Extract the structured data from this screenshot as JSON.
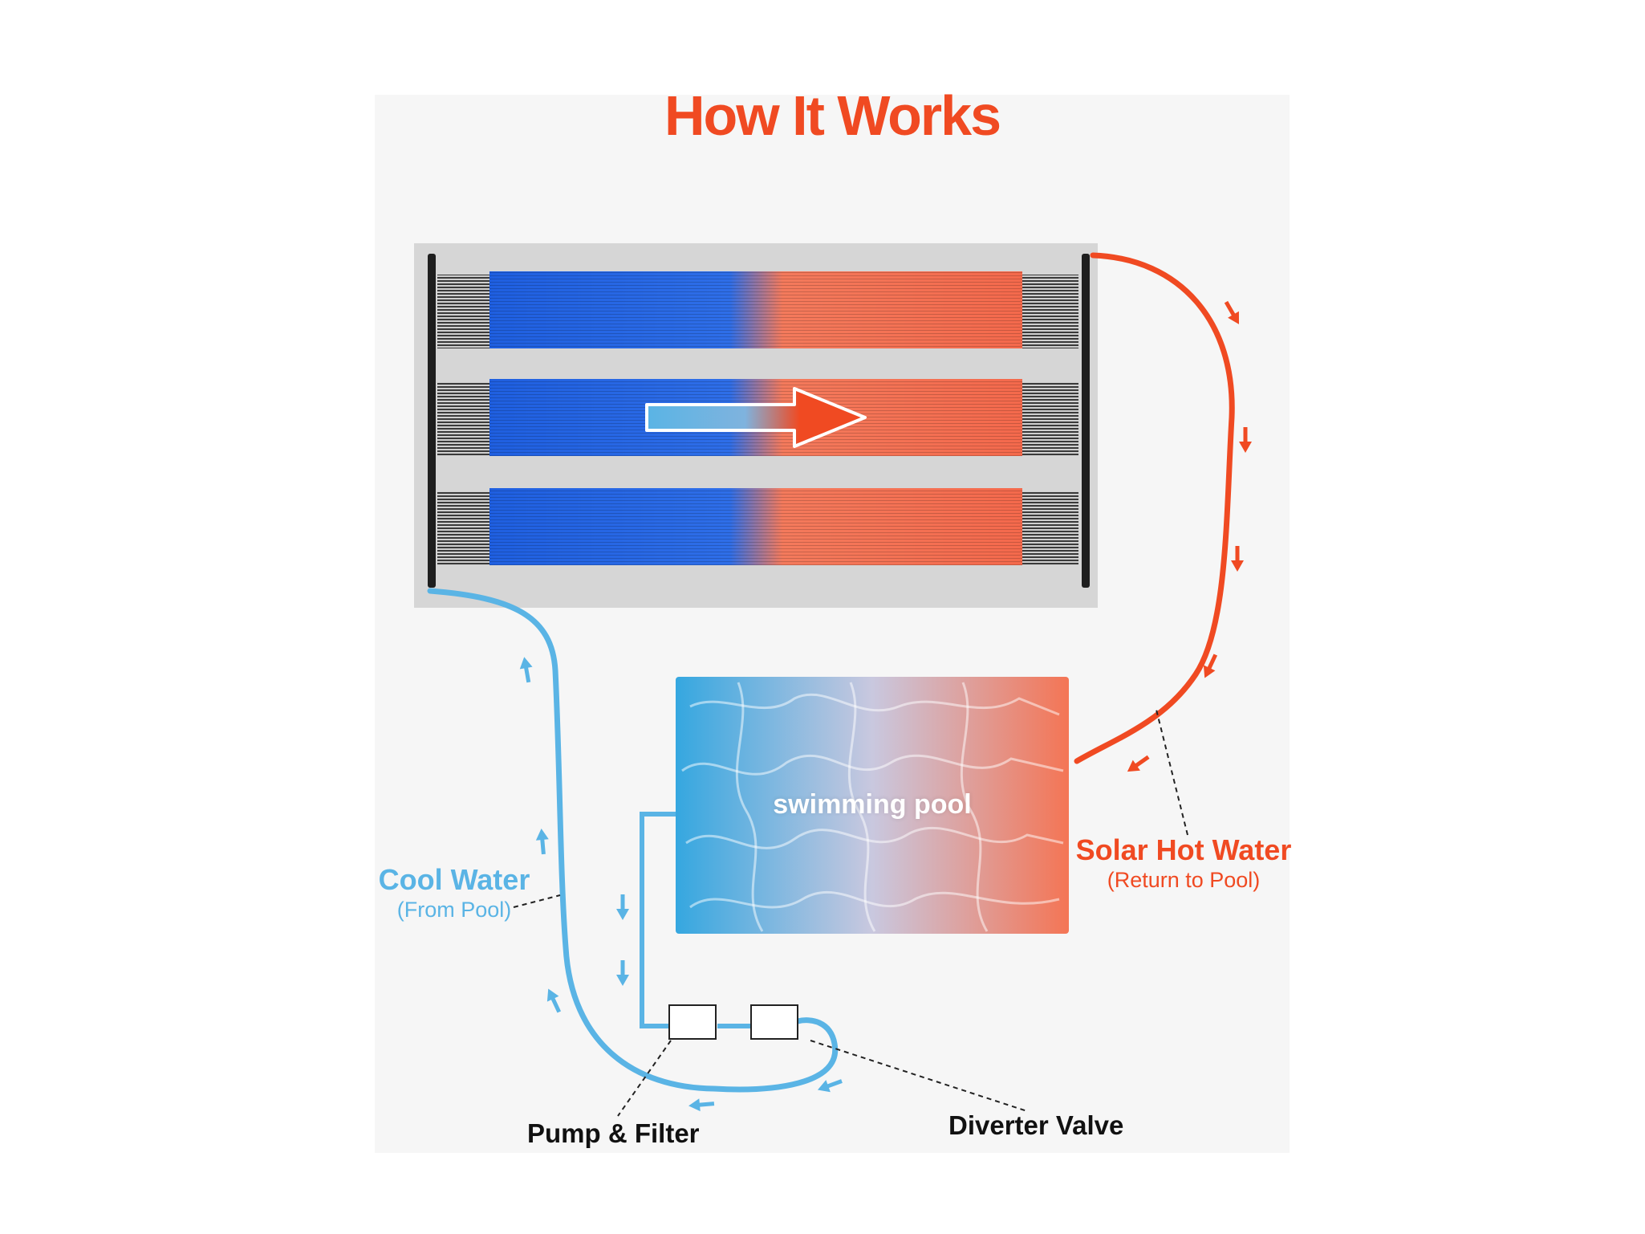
{
  "title": "How It Works",
  "labels": {
    "cool_water": "Cool Water",
    "cool_water_sub": "(From Pool)",
    "solar_hot_water": "Solar Hot Water",
    "solar_hot_water_sub": "(Return to Pool)",
    "pump_filter": "Pump & Filter",
    "diverter_valve": "Diverter Valve",
    "swimming_pool": "swimming pool"
  },
  "colors": {
    "title": "#f04a22",
    "hot": "#f04a22",
    "cool": "#5ab4e5",
    "tube_blue": "#1f5fe0",
    "tube_red": "#f4694c",
    "background": "#f6f6f6"
  },
  "icons": [
    "flow-arrow-icon",
    "gradient-flow-arrow-icon"
  ]
}
